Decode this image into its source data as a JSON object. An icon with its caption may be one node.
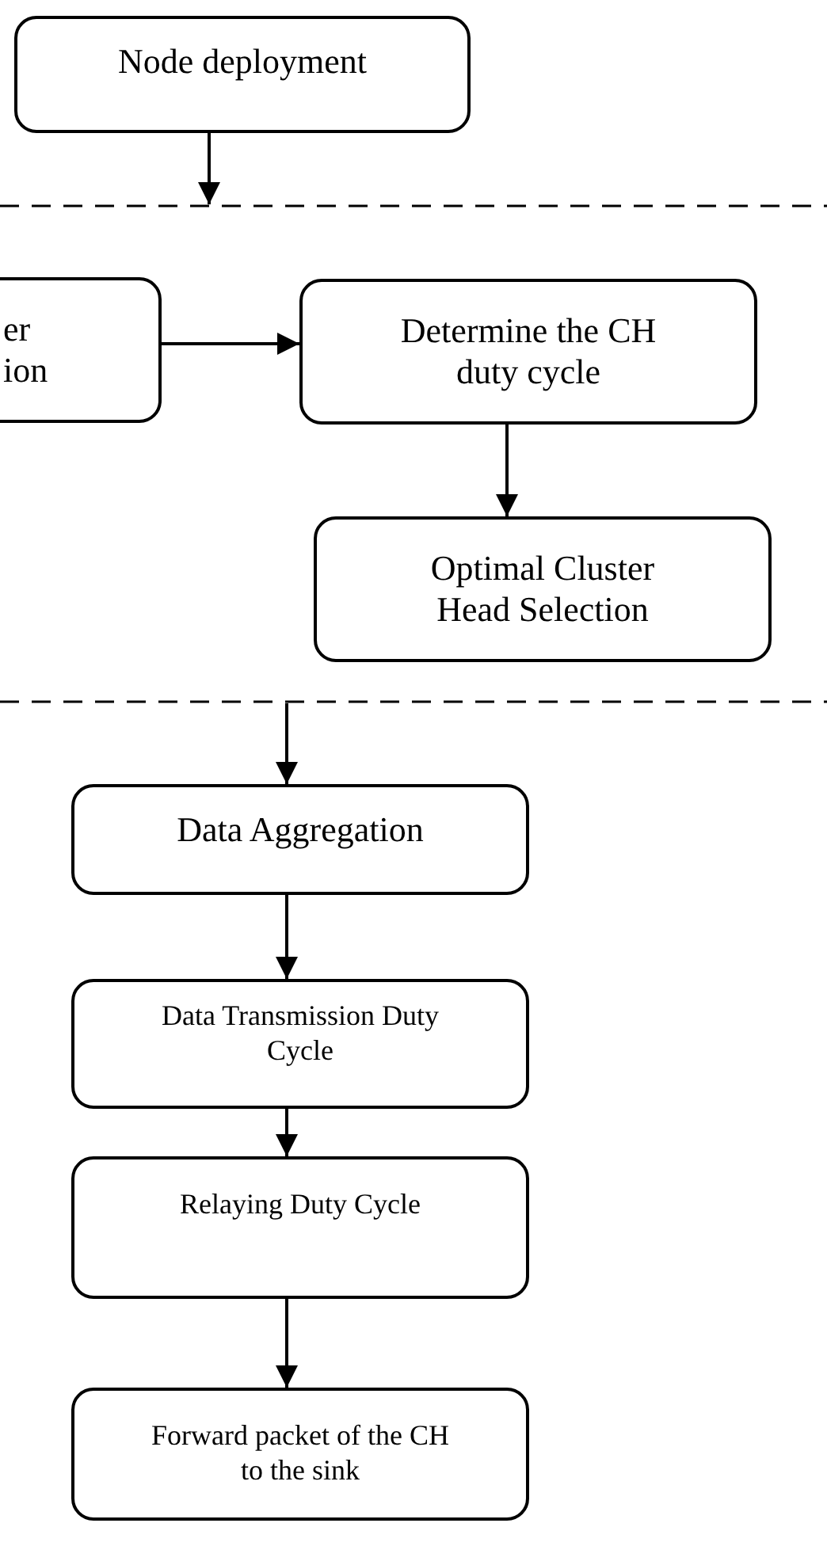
{
  "diagram": {
    "nodes": [
      {
        "text": [
          "Node deployment"
        ]
      },
      {
        "text": [
          "er ion"
        ]
      },
      {
        "text": [
          "Determine the CH duty cycle"
        ]
      },
      {
        "text": [
          "Optimal Cluster Head Selection"
        ]
      },
      {
        "text": [
          "Data Aggregation"
        ]
      },
      {
        "text": [
          "Data Transmission Duty Cycle"
        ]
      },
      {
        "text": [
          "Relaying Duty Cycle"
        ]
      },
      {
        "text": [
          "Forward packet of the CH to the sink"
        ]
      }
    ],
    "edges": [
      {
        "from": 0,
        "to": null,
        "arrow": "to"
      },
      {
        "from": 1,
        "to": 2,
        "arrow": "to"
      },
      {
        "from": 2,
        "to": 3,
        "arrow": "to"
      },
      {
        "from": null,
        "to": 4,
        "arrow": "to"
      },
      {
        "from": 4,
        "to": 5,
        "arrow": "to"
      },
      {
        "from": 5,
        "to": 6,
        "arrow": "to"
      },
      {
        "from": 6,
        "to": 7,
        "arrow": "to"
      }
    ]
  }
}
